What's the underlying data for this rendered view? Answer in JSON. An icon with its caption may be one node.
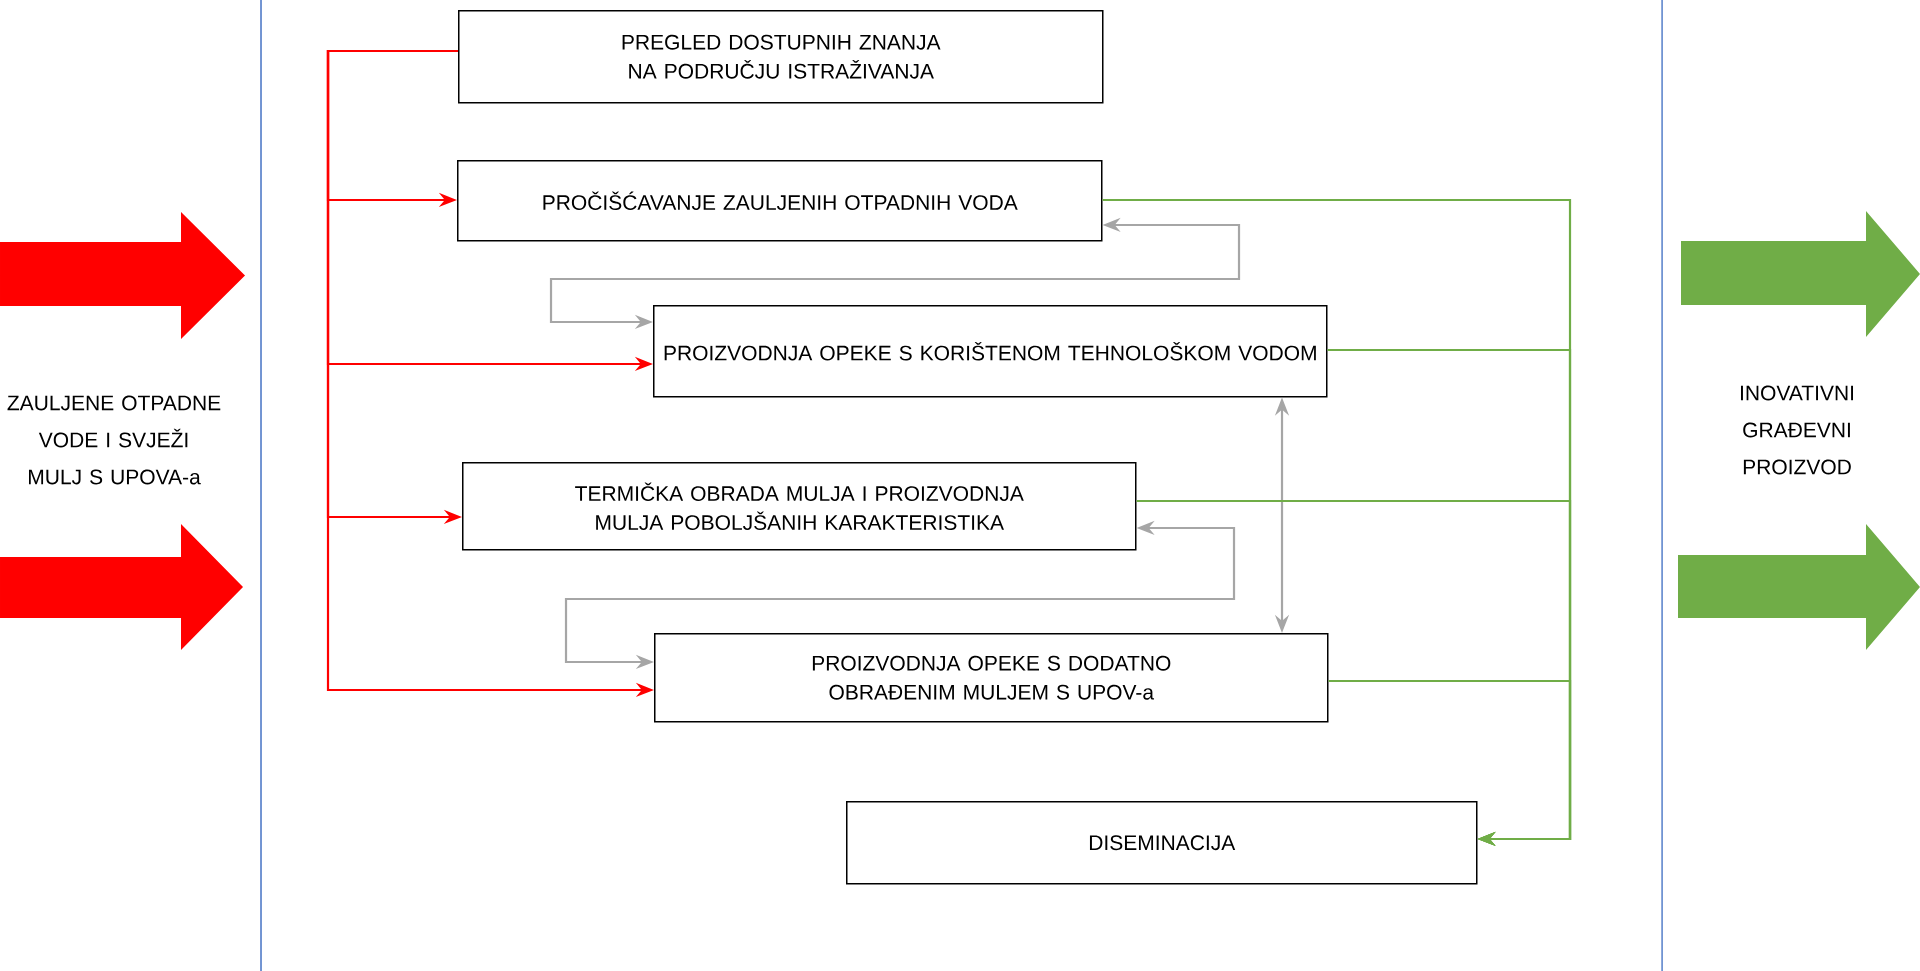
{
  "diagram": {
    "nodes": [
      {
        "text": [
          "PREGLED DOSTUPNIH ZNANJA NA PODRUČJU ISTRAŽIVANJA"
        ]
      },
      {
        "text": [
          "PROČIŠĆAVANJE ZAULJENIH OTPADNIH VODA"
        ]
      },
      {
        "text": [
          "PROIZVODNJA OPEKE S KORIŠTENOM TEHNOLOŠKOM VODOM"
        ]
      },
      {
        "text": [
          "TERMIČKA OBRADA MULJA I PROIZVODNJA MULJA POBOLJŠANIH KARAKTERISTIKA"
        ]
      },
      {
        "text": [
          "PROIZVODNJA OPEKE S DODATNO OBRAĐENIM MULJEM S UPOV-a"
        ]
      },
      {
        "text": [
          "DISEMINACIJA"
        ]
      }
    ],
    "edges": [
      {
        "from": 0,
        "to": 1,
        "arrow": "to",
        "color": "#ff0000"
      },
      {
        "from": 0,
        "to": 2,
        "arrow": "to",
        "color": "#ff0000"
      },
      {
        "from": 0,
        "to": 3,
        "arrow": "to",
        "color": "#ff0000"
      },
      {
        "from": 0,
        "to": 4,
        "arrow": "to",
        "color": "#ff0000"
      },
      {
        "from": 1,
        "to": 2,
        "arrow": "both",
        "color": "#a6a6a6"
      },
      {
        "from": 3,
        "to": 4,
        "arrow": "both",
        "color": "#a6a6a6"
      },
      {
        "from": 2,
        "to": 4,
        "arrow": "both",
        "color": "#a6a6a6"
      },
      {
        "from": 1,
        "to": 5,
        "arrow": "to",
        "color": "#70ad47"
      },
      {
        "from": 2,
        "to": 5,
        "arrow": "to",
        "color": "#70ad47"
      },
      {
        "from": 3,
        "to": 5,
        "arrow": "to",
        "color": "#70ad47"
      },
      {
        "from": 4,
        "to": 5,
        "arrow": "to",
        "color": "#70ad47"
      }
    ],
    "labels": [
      "ZAULJENE OTPADNE VODE I SVJEŽI MULJ S UPOVA-a",
      "INOVATIVNI GRAĐEVNI PROIZVOD"
    ]
  }
}
